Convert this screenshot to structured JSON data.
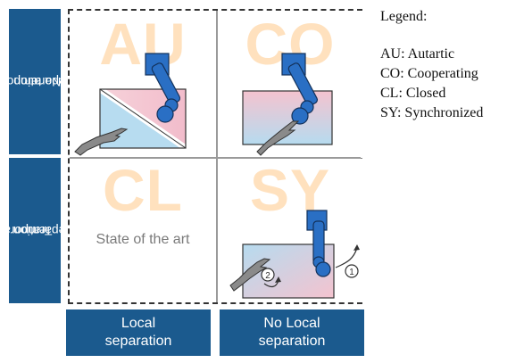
{
  "rows": [
    {
      "lines": [
        "No temporal",
        "separation"
      ]
    },
    {
      "lines": [
        "Temporal",
        "separation"
      ]
    }
  ],
  "columns": [
    {
      "lines": [
        "Local",
        "separation"
      ]
    },
    {
      "lines": [
        "No Local",
        "separation"
      ]
    }
  ],
  "quadrants": {
    "top_left": {
      "letters": "AU"
    },
    "top_right": {
      "letters": "CO"
    },
    "bottom_left": {
      "letters": "CL",
      "caption": "State of the art"
    },
    "bottom_right": {
      "letters": "SY",
      "step_1": "1",
      "step_2": "2"
    }
  },
  "legend": {
    "title": "Legend:",
    "items": [
      "AU: Autartic",
      "CO: Cooperating",
      "CL: Closed",
      "SY: Synchronized"
    ]
  },
  "colors": {
    "label_fill": "#1b5a8e",
    "letters": "#ffc98a",
    "robot": "#2a6fc4",
    "workspace_pink": "#f4c3cf",
    "workspace_blue": "#b6dbef"
  }
}
